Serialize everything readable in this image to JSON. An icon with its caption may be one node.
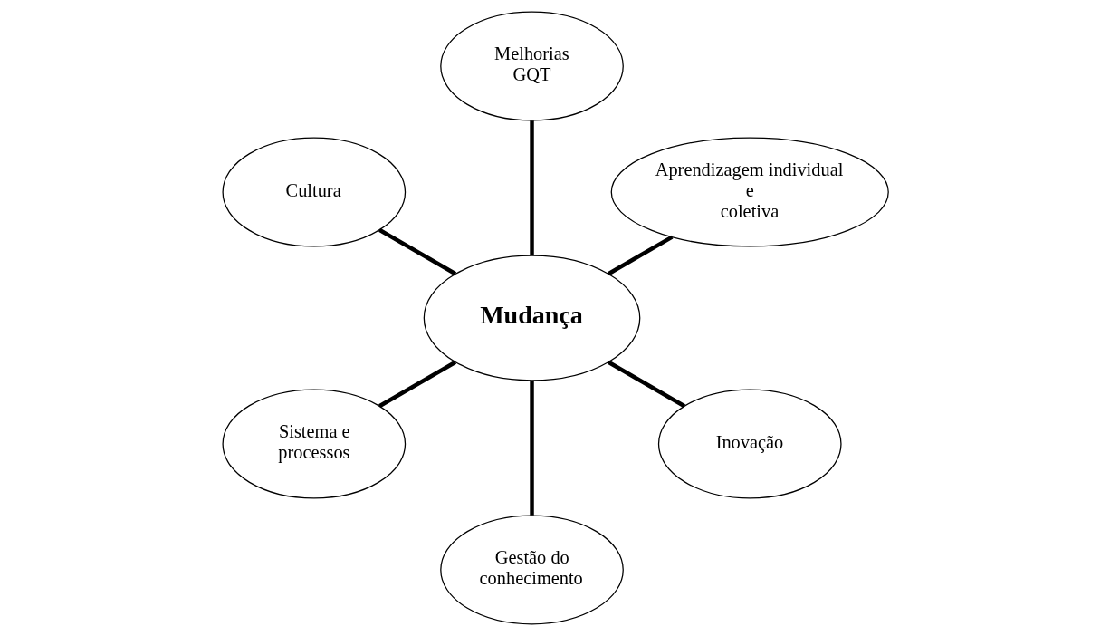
{
  "diagram": {
    "nodes": [
      {
        "text": [
          "Aprendizagem individual e coletiva"
        ]
      },
      {
        "text": [
          "Melhorias GQT"
        ]
      },
      {
        "text": [
          "Cultura"
        ]
      },
      {
        "text": [
          "Mudança"
        ]
      },
      {
        "text": [
          "Sistema e processos"
        ]
      },
      {
        "text": [
          "Gestão do conhecimento"
        ]
      },
      {
        "text": [
          "Inovação"
        ]
      }
    ],
    "edges": [
      {
        "from": 3,
        "to": 0,
        "arrow": "none"
      },
      {
        "from": 3,
        "to": 1,
        "arrow": "none"
      },
      {
        "from": 3,
        "to": 2,
        "arrow": "none"
      },
      {
        "from": 3,
        "to": 4,
        "arrow": "none"
      },
      {
        "from": 3,
        "to": 5,
        "arrow": "none"
      },
      {
        "from": 3,
        "to": 6,
        "arrow": "none"
      }
    ]
  }
}
